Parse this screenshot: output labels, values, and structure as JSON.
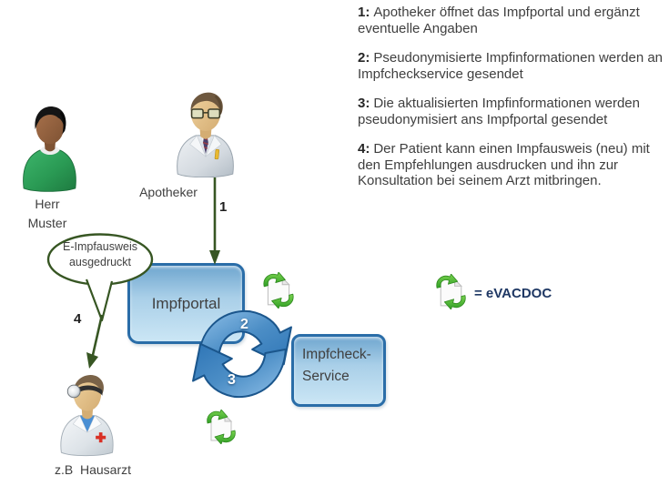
{
  "annotations": [
    {
      "num": "1:",
      "text": "Apotheker öffnet das Impfportal und ergänzt eventuelle Angaben"
    },
    {
      "num": "2:",
      "text": "Pseudonymisierte Impfinformationen werden an Impfcheckservice gesendet"
    },
    {
      "num": "3:",
      "text": "Die aktualisierten Impfinformationen werden pseudonymisiert ans Impfportal gesendet"
    },
    {
      "num": "4:",
      "text": "Der Patient kann einen Impfausweis (neu) mit den Empfehlungen ausdrucken und ihn zur Konsultation bei seinem Arzt mitbringen."
    }
  ],
  "actors": {
    "patient": {
      "name_line1": "Herr",
      "name_line2": "Muster",
      "icon": "patient-person-icon"
    },
    "pharmacist": {
      "name": "Apotheker",
      "icon": "pharmacist-person-icon"
    },
    "doctor": {
      "name": "z.B  Hausarzt",
      "icon": "doctor-person-icon"
    }
  },
  "nodes": {
    "portal": {
      "label": "Impfportal"
    },
    "service": {
      "label_line1": "Impfcheck-",
      "label_line2": "Service"
    }
  },
  "callout": {
    "line1": "E-Impfausweis",
    "line2": "ausgedruckt"
  },
  "steps": {
    "s1": "1",
    "s2": "2",
    "s3": "3",
    "s4": "4"
  },
  "legend": {
    "text": "= eVACDOC",
    "icon": "evacdoc-sync-document-icon"
  },
  "icons": {
    "cycle": "blue-cycle-arrows-icon",
    "document_sync": "sync-document-icon"
  },
  "colors": {
    "text_dark": "#3f3f3f",
    "node_border": "#2a6da8",
    "node_fill_top": "#6fa6cf",
    "node_fill_mid": "#a9cfe8",
    "node_fill_bottom": "#cbe6f5",
    "green_arrow": "#375623",
    "swirl_blue": "#2e75b6",
    "doc_green": "#55be37",
    "legend_text": "#1f3864"
  }
}
